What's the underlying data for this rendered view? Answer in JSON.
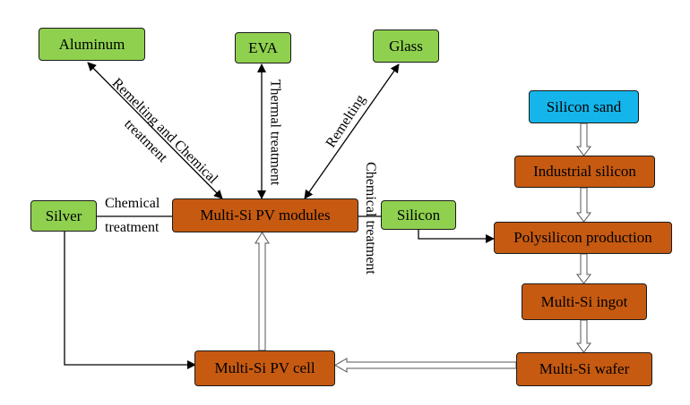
{
  "nodes": {
    "aluminum": "Aluminum",
    "eva": "EVA",
    "glass": "Glass",
    "silicon_sand": "Silicon sand",
    "industrial_silicon": "Industrial silicon",
    "silver": "Silver",
    "modules": "Multi-Si PV modules",
    "silicon": "Silicon",
    "polysilicon": "Polysilicon production",
    "ingot": "Multi-Si ingot",
    "wafer": "Multi-Si wafer",
    "cell": "Multi-Si PV cell"
  },
  "edge_labels": {
    "aluminum": "Remelting and Chemical",
    "aluminum_2": "treatment",
    "eva": "Thermal treatment",
    "glass": "Remelting",
    "silver_1": "Chemical",
    "silver_2": "treatment",
    "silicon": "Chemical treatment"
  },
  "colors": {
    "green": "#8fd14f",
    "orange": "#c65a11",
    "blue": "#13b5ea"
  }
}
